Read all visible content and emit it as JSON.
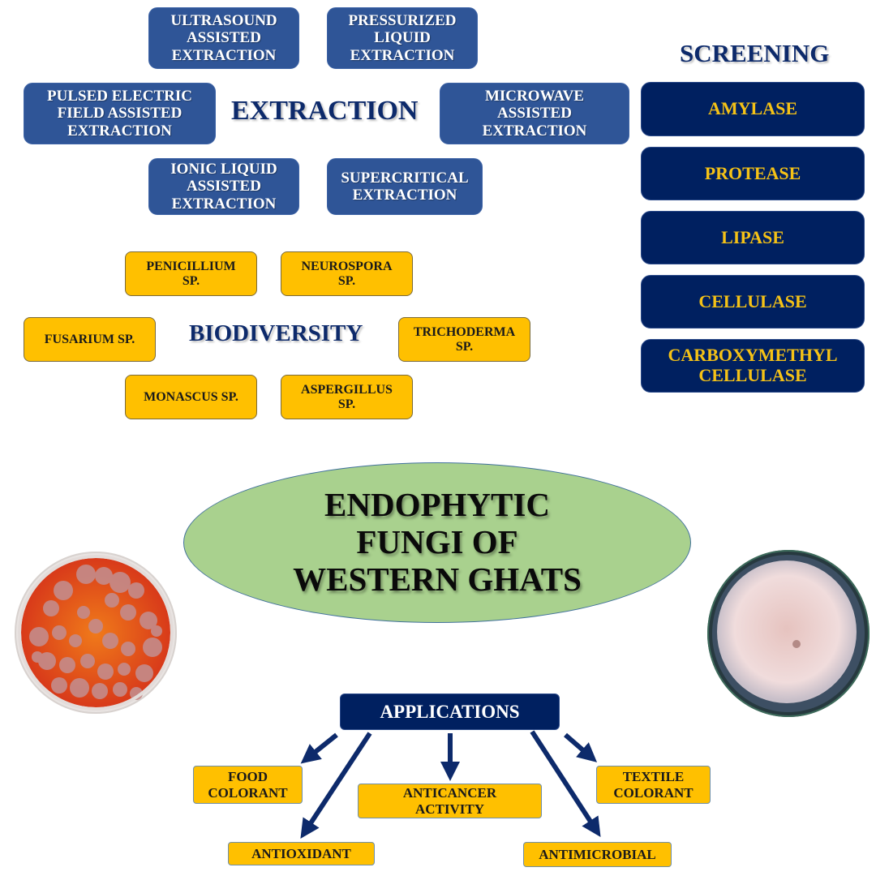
{
  "extraction": {
    "heading": "EXTRACTION",
    "methods": [
      {
        "lines": [
          "ULTRASOUND",
          "ASSISTED",
          "EXTRACTION"
        ]
      },
      {
        "lines": [
          "PRESSURIZED",
          "LIQUID",
          "EXTRACTION"
        ]
      },
      {
        "lines": [
          "PULSED ELECTRIC",
          "FIELD ASSISTED",
          "EXTRACTION"
        ]
      },
      {
        "lines": [
          "MICROWAVE",
          "ASSISTED",
          "EXTRACTION"
        ]
      },
      {
        "lines": [
          "IONIC LIQUID",
          "ASSISTED",
          "EXTRACTION"
        ]
      },
      {
        "lines": [
          "SUPERCRITICAL",
          "EXTRACTION"
        ]
      }
    ]
  },
  "screening": {
    "heading": "SCREENING",
    "enzymes": [
      {
        "lines": [
          "AMYLASE"
        ]
      },
      {
        "lines": [
          "PROTEASE"
        ]
      },
      {
        "lines": [
          "LIPASE"
        ]
      },
      {
        "lines": [
          "CELLULASE"
        ]
      },
      {
        "lines": [
          "CARBOXYMETHYL",
          "CELLULASE"
        ]
      }
    ]
  },
  "biodiversity": {
    "heading": "BIODIVERSITY",
    "genera": [
      {
        "lines": [
          "PENICILLIUM",
          "SP."
        ]
      },
      {
        "lines": [
          "NEUROSPORA",
          "SP."
        ]
      },
      {
        "lines": [
          "FUSARIUM SP."
        ]
      },
      {
        "lines": [
          "TRICHODERMA",
          "SP."
        ]
      },
      {
        "lines": [
          "MONASCUS SP."
        ]
      },
      {
        "lines": [
          "ASPERGILLUS",
          "SP."
        ]
      }
    ]
  },
  "center": {
    "lines": [
      "ENDOPHYTIC",
      "FUNGI OF",
      "WESTERN GHATS"
    ]
  },
  "images": {
    "left_plate": "red-pigmented-fungal-colonies-petri-dish",
    "right_plate": "white-pink-fungal-mycelium-petri-dish"
  },
  "applications": {
    "heading": "APPLICATIONS",
    "items": [
      {
        "lines": [
          "FOOD",
          "COLORANT"
        ]
      },
      {
        "lines": [
          "ANTIOXIDANT"
        ]
      },
      {
        "lines": [
          "ANTICANCER",
          "ACTIVITY"
        ]
      },
      {
        "lines": [
          "ANTIMICROBIAL"
        ]
      },
      {
        "lines": [
          "TEXTILE",
          "COLORANT"
        ]
      }
    ]
  },
  "colors": {
    "extraction_box": "#2f5597",
    "screening_box": "#002060",
    "screening_text": "#f5c216",
    "biodiversity_box": "#ffc000",
    "center_ellipse": "#a9d18e",
    "heading_text": "#0d2a6b",
    "arrow": "#0d2a6b"
  }
}
